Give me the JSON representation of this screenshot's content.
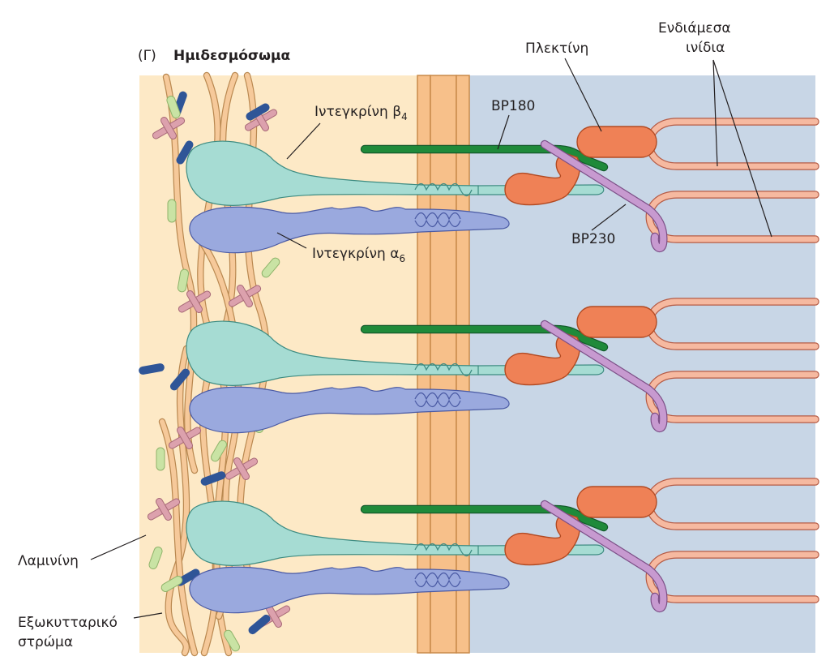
{
  "figure": {
    "panel_letter": "(Γ)",
    "title": "Ημιδεσμόσωμα"
  },
  "labels": {
    "plectin": "Πλεκτίνη",
    "intermediate_filaments_line1": "Ενδιάμεσα",
    "intermediate_filaments_line2": "ινίδια",
    "bp180": "BP180",
    "bp230": "BP230",
    "integrin_beta4_text": "Ιντεγκρίνη β",
    "integrin_beta4_subscript": "4",
    "integrin_alpha6_text": "Ιντεγκρίνη α",
    "integrin_alpha6_subscript": "6",
    "laminin": "Λαμινίνη",
    "ecm_line1": "Εξωκυτταρικό",
    "ecm_line2": "στρώμα"
  },
  "colors": {
    "extracellular": "#fde9c6",
    "cytoplasm": "#c8d6e6",
    "membrane": "#f7c08a",
    "membrane_edge": "#c98a4a",
    "fiber": "#f6c99a",
    "fiber_edge": "#b98850",
    "laminin": "#dca1ad",
    "laminin_edge": "#a86a78",
    "dark_blue_rod": "#2f5597",
    "light_green_rod": "#c9e3a4",
    "integrin_beta4": "#a6dcd3",
    "integrin_beta4_edge": "#3e8c82",
    "integrin_alpha6": "#9aa9de",
    "integrin_alpha6_edge": "#4a5aa4",
    "bp180": "#1f8a3a",
    "plectin": "#ef8156",
    "plectin_edge": "#b24a22",
    "bp230": "#c79ad0",
    "bp230_edge": "#7b4e86",
    "intermediate_filament": "#f6b9a0",
    "intermediate_filament_edge": "#b55b45"
  },
  "structure": {
    "hemidesmosome_units": 3
  }
}
